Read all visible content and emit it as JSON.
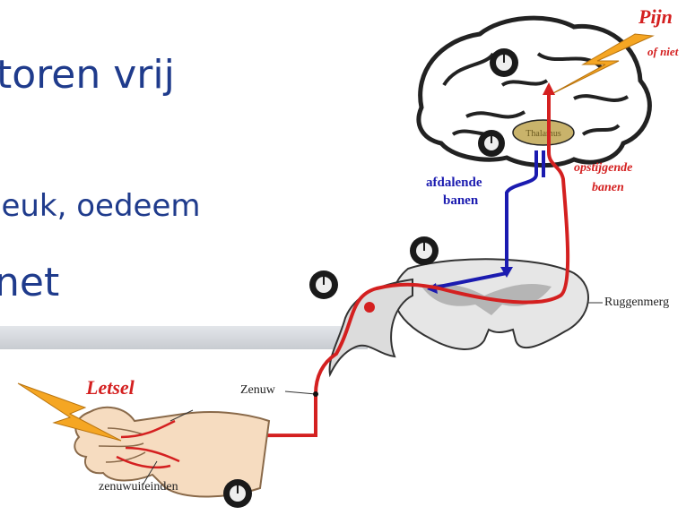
{
  "slide": {
    "lines": [
      "toren vrij",
      "jeuk, oedeem",
      "net"
    ]
  },
  "diagram": {
    "labels": {
      "pain": "Pijn",
      "or_not": "of niet",
      "thalamus": "Thalamus",
      "descending_1": "afdalende",
      "descending_2": "banen",
      "ascending_1": "opstijgende",
      "ascending_2": "banen",
      "spinal_cord": "Ruggenmerg",
      "nerve": "Zenuw",
      "injury": "Letsel",
      "nerve_endings": "zenuwuiteinden"
    },
    "colors": {
      "ascending": "#d42020",
      "descending": "#1b1bb0",
      "lightning": "#f5a623",
      "skin": "#f6dcc0"
    },
    "knob_icons": [
      "volume-knob-icon",
      "volume-knob-icon",
      "volume-knob-icon",
      "volume-knob-icon",
      "volume-knob-icon"
    ]
  }
}
